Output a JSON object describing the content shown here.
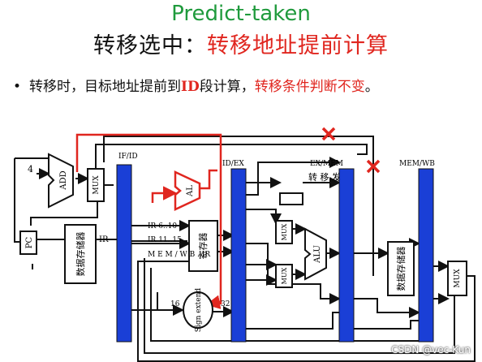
{
  "header": {
    "subtitle": "Predict-taken",
    "title_prefix": "转移选中：",
    "title_highlight": "转移地址提前计算"
  },
  "bullet": {
    "marker": "•",
    "part1": "转移时，目标地址提前到",
    "part_bold": "ID",
    "part2": "段计算，",
    "part_red": "转移条件判断不变",
    "part_end": "。"
  },
  "diagram": {
    "stage_labels": [
      "IF/ID",
      "ID/EX",
      "EX/MEM",
      "MEM/WB"
    ],
    "blocks": {
      "pc": "PC",
      "add": "ADD",
      "mux1": "MUX",
      "imem": "数据存储器",
      "al": "AL",
      "regfile": "寄存器",
      "sign_extend": "Sign extend",
      "mux_a": "MUX",
      "mux_b": "MUX",
      "alu": "ALU",
      "dmem": "数据存储器",
      "mux_wb": "MUX",
      "branch_happen": "转 移 发 生"
    },
    "signal_labels": {
      "four": "4",
      "ir": "IR",
      "ir_6_10": "IR 6..10",
      "ir_11_15": "IR 11..15",
      "mem_wb_ir": "M E M / W B . IR",
      "sixteen": "16",
      "thirty_two": "32"
    },
    "colors": {
      "pipeline_register": "#1a3fd6",
      "new_path": "#e0261f",
      "removed_mark": "#e0261f",
      "wire": "#111111"
    }
  },
  "watermark": "CSDN @vec-Kun"
}
